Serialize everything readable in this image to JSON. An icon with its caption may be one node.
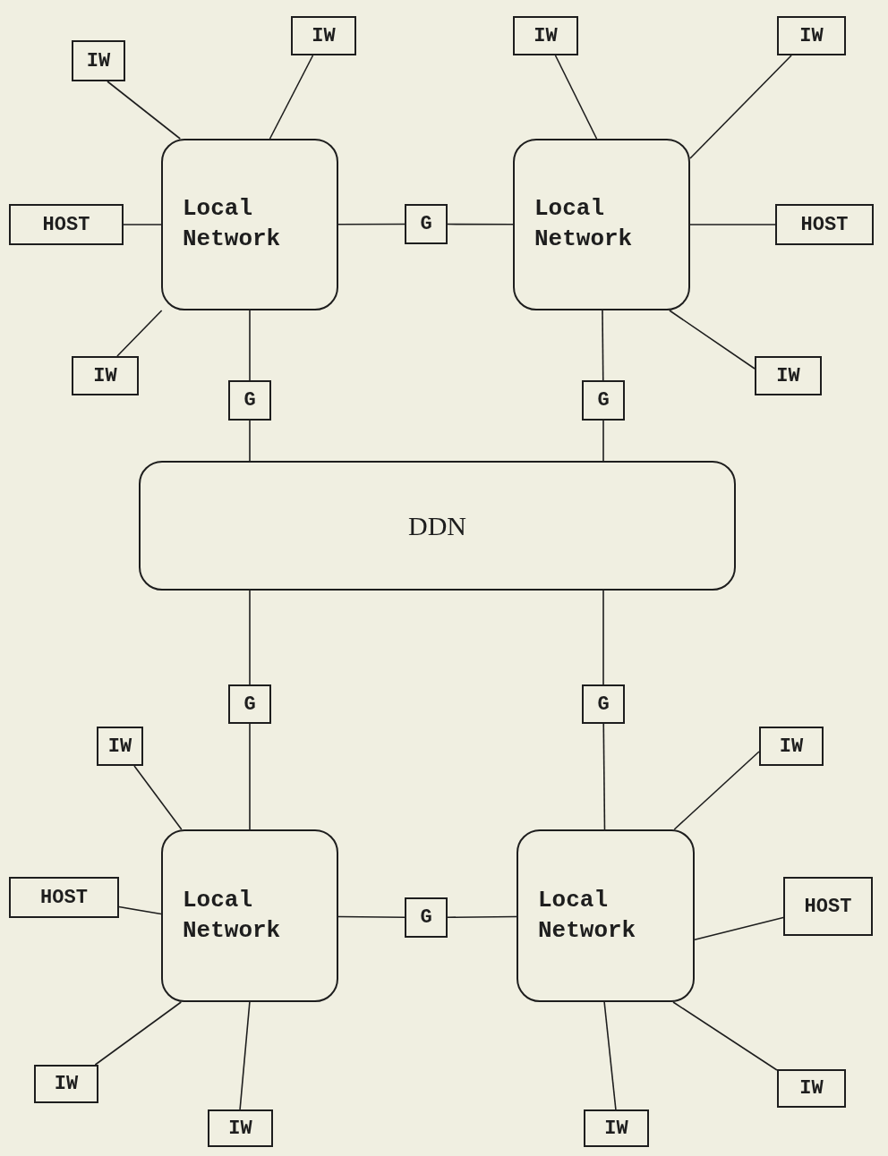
{
  "diagram": {
    "nodes": [
      {
        "text": [
          "IW"
        ]
      },
      {
        "text": [
          "IW"
        ]
      },
      {
        "text": [
          "IW"
        ]
      },
      {
        "text": [
          "IW"
        ]
      },
      {
        "text": [
          "Local Network"
        ]
      },
      {
        "text": [
          "HOST"
        ]
      },
      {
        "text": [
          "G"
        ]
      },
      {
        "text": [
          "Local Network"
        ]
      },
      {
        "text": [
          "HOST"
        ]
      },
      {
        "text": [
          "IW"
        ]
      },
      {
        "text": [
          "G"
        ]
      },
      {
        "text": [
          "G"
        ]
      },
      {
        "text": [
          "IW"
        ]
      },
      {
        "text": [
          "DDN"
        ]
      },
      {
        "text": [
          "G"
        ]
      },
      {
        "text": [
          "G"
        ]
      },
      {
        "text": [
          "IW"
        ]
      },
      {
        "text": [
          "IW"
        ]
      },
      {
        "text": [
          "Local Network"
        ]
      },
      {
        "text": [
          "HOST"
        ]
      },
      {
        "text": [
          "G"
        ]
      },
      {
        "text": [
          "Local Network"
        ]
      },
      {
        "text": [
          "HOST"
        ]
      },
      {
        "text": [
          "IW"
        ]
      },
      {
        "text": [
          "IW"
        ]
      },
      {
        "text": [
          "IW"
        ]
      },
      {
        "text": [
          "IW"
        ]
      }
    ],
    "edges": [
      {
        "from": 0,
        "to": 4,
        "arrow": "none"
      },
      {
        "from": 1,
        "to": 4,
        "arrow": "none"
      },
      {
        "from": 5,
        "to": 4,
        "arrow": "none"
      },
      {
        "from": 4,
        "to": 6,
        "arrow": "none"
      },
      {
        "from": 6,
        "to": 7,
        "arrow": "none"
      },
      {
        "from": 2,
        "to": 7,
        "arrow": "none"
      },
      {
        "from": 3,
        "to": 7,
        "arrow": "none"
      },
      {
        "from": 7,
        "to": 8,
        "arrow": "none"
      },
      {
        "from": 9,
        "to": 4,
        "arrow": "none"
      },
      {
        "from": 4,
        "to": 10,
        "arrow": "none"
      },
      {
        "from": 10,
        "to": 13,
        "arrow": "none"
      },
      {
        "from": 7,
        "to": 11,
        "arrow": "none"
      },
      {
        "from": 11,
        "to": 13,
        "arrow": "none"
      },
      {
        "from": 7,
        "to": 12,
        "arrow": "none"
      },
      {
        "from": 13,
        "to": 14,
        "arrow": "none"
      },
      {
        "from": 14,
        "to": 18,
        "arrow": "none"
      },
      {
        "from": 13,
        "to": 15,
        "arrow": "none"
      },
      {
        "from": 15,
        "to": 21,
        "arrow": "none"
      },
      {
        "from": 16,
        "to": 18,
        "arrow": "none"
      },
      {
        "from": 17,
        "to": 21,
        "arrow": "none"
      },
      {
        "from": 19,
        "to": 18,
        "arrow": "none"
      },
      {
        "from": 18,
        "to": 20,
        "arrow": "none"
      },
      {
        "from": 20,
        "to": 21,
        "arrow": "none"
      },
      {
        "from": 21,
        "to": 22,
        "arrow": "none"
      },
      {
        "from": 23,
        "to": 18,
        "arrow": "none"
      },
      {
        "from": 24,
        "to": 21,
        "arrow": "none"
      },
      {
        "from": 25,
        "to": 18,
        "arrow": "none"
      },
      {
        "from": 26,
        "to": 21,
        "arrow": "none"
      }
    ]
  }
}
